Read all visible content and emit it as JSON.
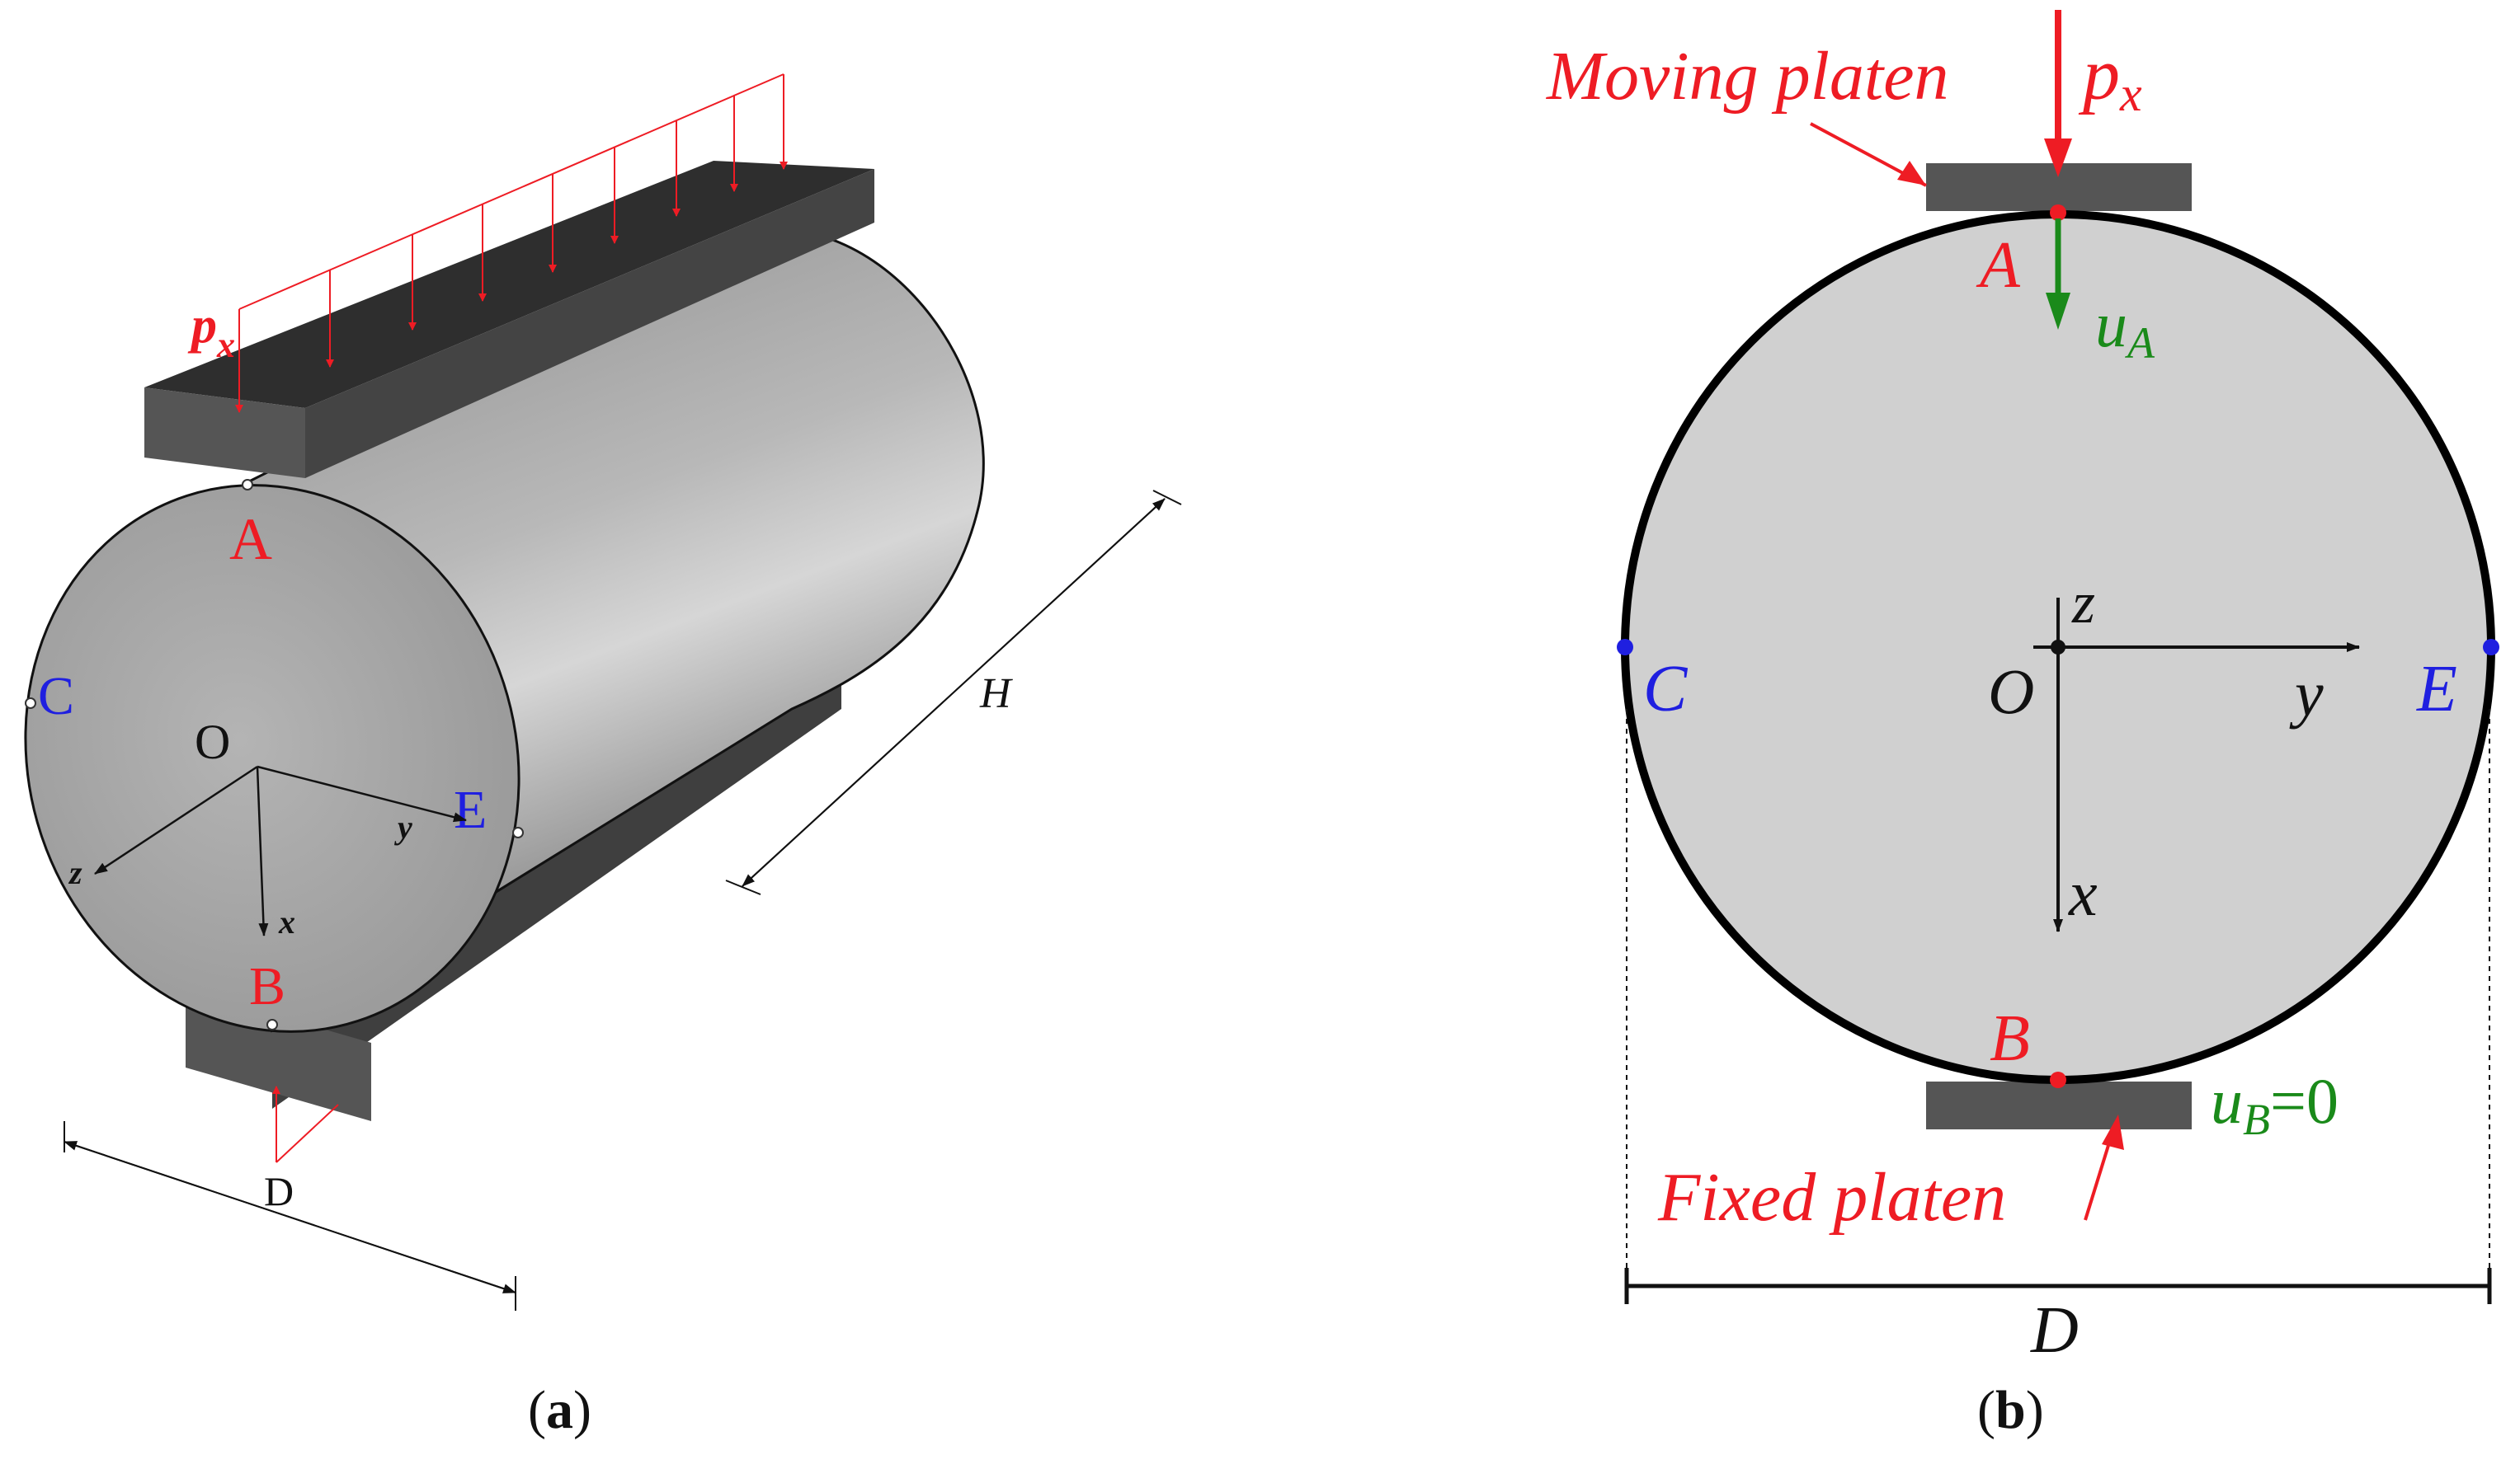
{
  "panel_a": {
    "load_label": "p",
    "load_sub": "x",
    "point_A": "A",
    "point_B": "B",
    "point_C": "C",
    "point_E": "E",
    "origin": "O",
    "axis_x": "x",
    "axis_y": "y",
    "axis_z": "z",
    "dim_H": "H",
    "dim_D": "D",
    "caption_open": "(",
    "caption_letter": "a",
    "caption_close": ")"
  },
  "panel_b": {
    "moving_platen": "Moving platen",
    "load_label": "p",
    "load_sub": "x",
    "point_A": "A",
    "disp_A": "u",
    "disp_A_sub": "A",
    "axis_z": "z",
    "origin": "O",
    "axis_y": "y",
    "axis_x": "x",
    "point_C": "C",
    "point_E": "E",
    "point_B": "B",
    "disp_B": "u",
    "disp_B_sub": "B",
    "disp_B_value": "=0",
    "fixed_platen": "Fixed platen",
    "dim_D": "D",
    "caption_open": "(",
    "caption_letter": "b",
    "caption_close": ")"
  },
  "colors": {
    "red": "#ee1c24",
    "blue": "#1f1fe0",
    "green": "#1a8a1a",
    "platen_dark": "#555555",
    "disc_fill": "#d0d0d0"
  }
}
